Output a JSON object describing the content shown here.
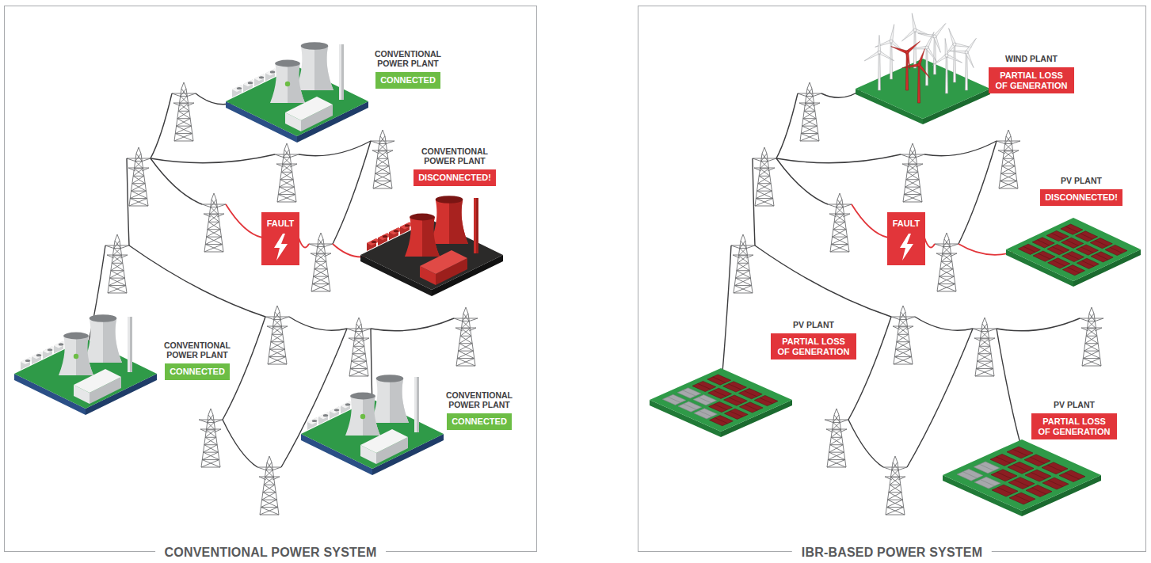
{
  "diagram": {
    "nodes": [
      {
        "text": [
          "CONVENTIONAL POWER SYSTEM"
        ]
      },
      {
        "text": [
          "CONVENTIONAL POWER PLANT",
          "CONNECTED"
        ],
        "in": 0
      },
      {
        "text": [
          "CONVENTIONAL POWER PLANT",
          "DISCONNECTED!"
        ],
        "in": 0
      },
      {
        "text": [
          "FAULT"
        ],
        "in": 0
      },
      {
        "text": [
          "CONVENTIONAL POWER PLANT",
          "CONNECTED"
        ],
        "in": 0
      },
      {
        "text": [
          "CONVENTIONAL POWER PLANT",
          "CONNECTED"
        ],
        "in": 0
      },
      {
        "text": [
          "IBR-BASED POWER SYSTEM"
        ]
      },
      {
        "text": [
          "WIND PLANT",
          "PARTIAL LOSS OF GENERATION"
        ],
        "in": 6
      },
      {
        "text": [
          "PV PLANT",
          "DISCONNECTED!"
        ],
        "in": 6
      },
      {
        "text": [
          "FAULT"
        ],
        "in": 6
      },
      {
        "text": [
          "PV PLANT",
          "PARTIAL LOSS OF GENERATION"
        ],
        "in": 6
      },
      {
        "text": [
          "PV PLANT",
          "PARTIAL LOSS OF GENERATION"
        ],
        "in": 6
      }
    ]
  }
}
